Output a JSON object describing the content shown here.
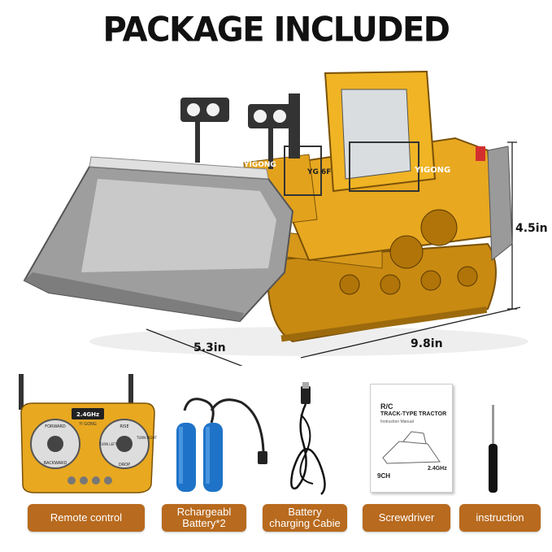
{
  "title": "PACKAGE INCLUDED",
  "dimensions": {
    "height": "4.5in",
    "depth": "5.3in",
    "length": "9.8in"
  },
  "product": {
    "brand_text": "YIGONG",
    "cab_text": "YG 6F"
  },
  "remote": {
    "freq": "2.4GHz",
    "brand": "YI GONG",
    "forward": "FORWARD",
    "backward": "BACKWARD",
    "rise": "RISE",
    "drop": "DROP",
    "turn_left": "TURN LEFT",
    "turn_right": "TURN RIGHT"
  },
  "manual": {
    "title": "R/C",
    "subtitle": "TRACK-TYPE TRACTOR",
    "caption": "Instruction Manual",
    "channels": "9CH",
    "freq": "2.4GHz"
  },
  "labels": [
    {
      "text": "Remote control"
    },
    {
      "line1": "Rchargeabl",
      "line2": "Battery*2"
    },
    {
      "line1": "Battery",
      "line2": "charging Cabie"
    },
    {
      "text": "Screwdriver"
    },
    {
      "text": "instruction"
    }
  ],
  "colors": {
    "label_bg": "#b86a1e",
    "machine_yellow": "#e8a820",
    "track": "#c98a12",
    "blade": "#9a9a9a",
    "battery": "#1e73c8"
  }
}
